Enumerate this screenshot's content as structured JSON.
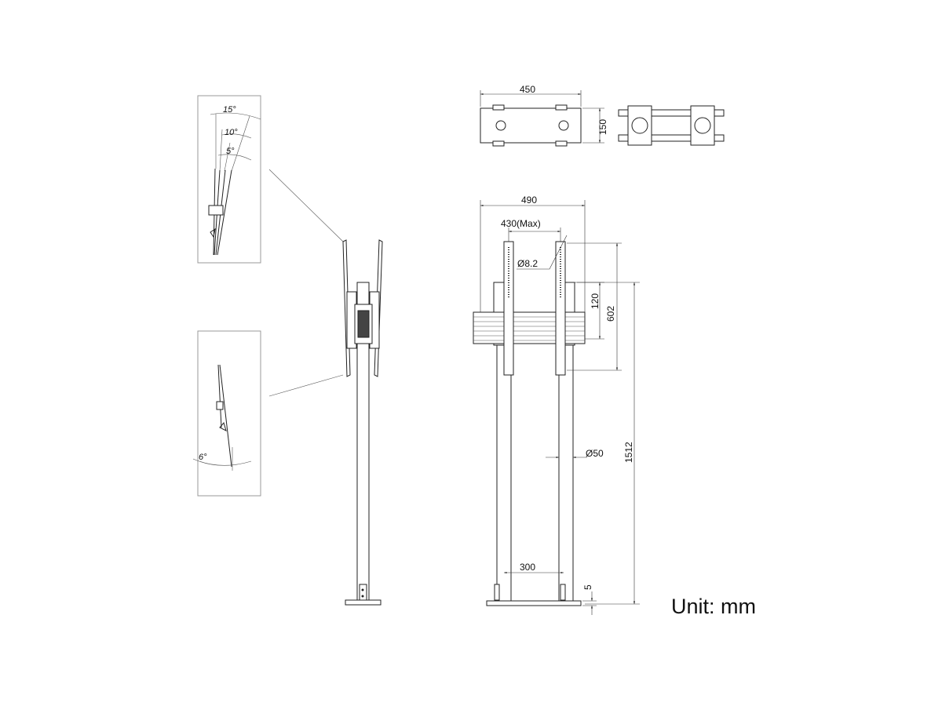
{
  "top_view": {
    "width_label": "450",
    "depth_label": "150"
  },
  "front_view": {
    "overall_width_label": "490",
    "vesa_width_label": "430(Max)",
    "hole_label": "Ø8.2",
    "crossbar_label": "120",
    "rail_height_label": "602",
    "total_height_label": "1512",
    "pole_diameter_label": "Ø50",
    "pole_spacing_label": "300",
    "base_thickness_label": "5"
  },
  "tilt_detail": {
    "angles": [
      "15°",
      "10°",
      "5°"
    ]
  },
  "tilt_down_detail": {
    "angle": "6°"
  },
  "unit_label": "Unit: mm",
  "colors": {
    "line": "#222222",
    "frame": "#999999"
  }
}
